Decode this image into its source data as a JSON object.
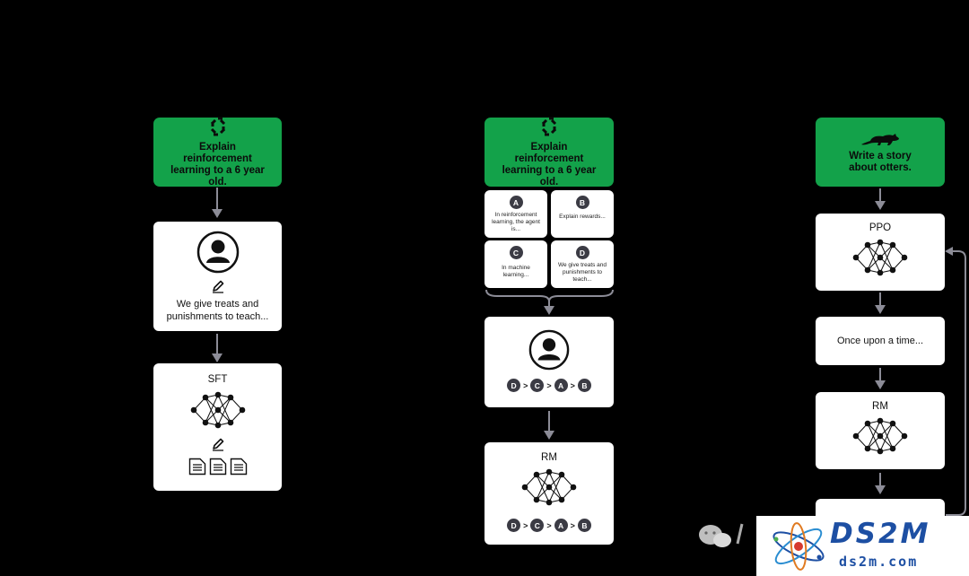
{
  "step1": {
    "prompt": "Explain reinforcement learning to a 6 year old.",
    "demo_text": "We give treats and punishments to teach...",
    "model_label": "SFT"
  },
  "step2": {
    "prompt": "Explain reinforcement learning to a 6 year old.",
    "outputs": [
      {
        "letter": "A",
        "text": "In reinforcement learning, the agent is..."
      },
      {
        "letter": "B",
        "text": "Explain rewards..."
      },
      {
        "letter": "C",
        "text": "In machine learning..."
      },
      {
        "letter": "D",
        "text": "We give treats and punishments to teach..."
      }
    ],
    "ranking": [
      "D",
      "C",
      "A",
      "B"
    ],
    "ranking_sep": ">",
    "model_label": "RM"
  },
  "step3": {
    "prompt": "Write a story about otters.",
    "policy_label": "PPO",
    "output_text": "Once upon a time...",
    "rm_label": "RM"
  },
  "watermark": {
    "brand": "DS2M",
    "site": "ds2m.com"
  },
  "colors": {
    "background": "#000000",
    "prompt_green": "#13a24a",
    "card": "#ffffff",
    "arrow": "#8c8c97",
    "badge": "#3b3b44"
  }
}
